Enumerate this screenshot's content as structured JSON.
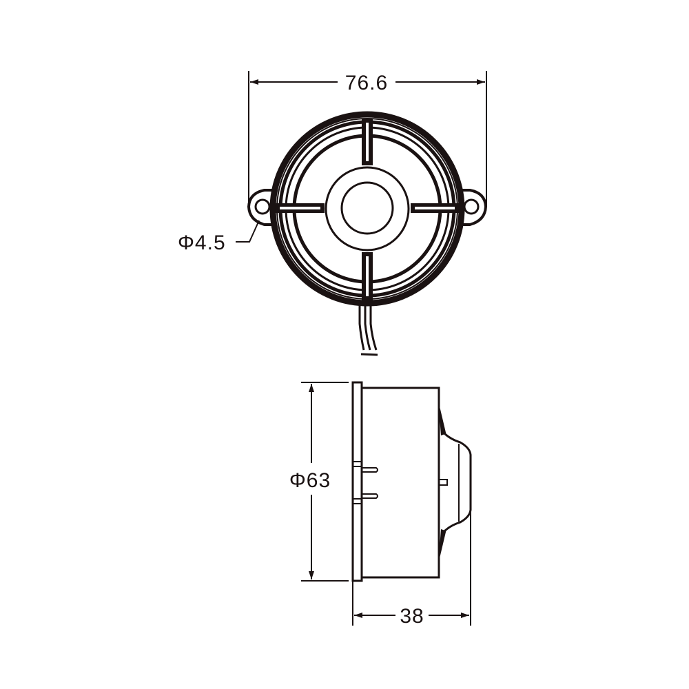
{
  "drawing": {
    "ink_color": "#1a1212",
    "background": "#ffffff",
    "front_view": {
      "label": "front view of round buzzer/siren with mounting ears",
      "overall_width_dimension": "76.6",
      "mount_hole_dimension": "Φ4.5"
    },
    "side_view": {
      "label": "side view",
      "diameter_dimension": "Φ63",
      "depth_dimension": "38"
    }
  }
}
